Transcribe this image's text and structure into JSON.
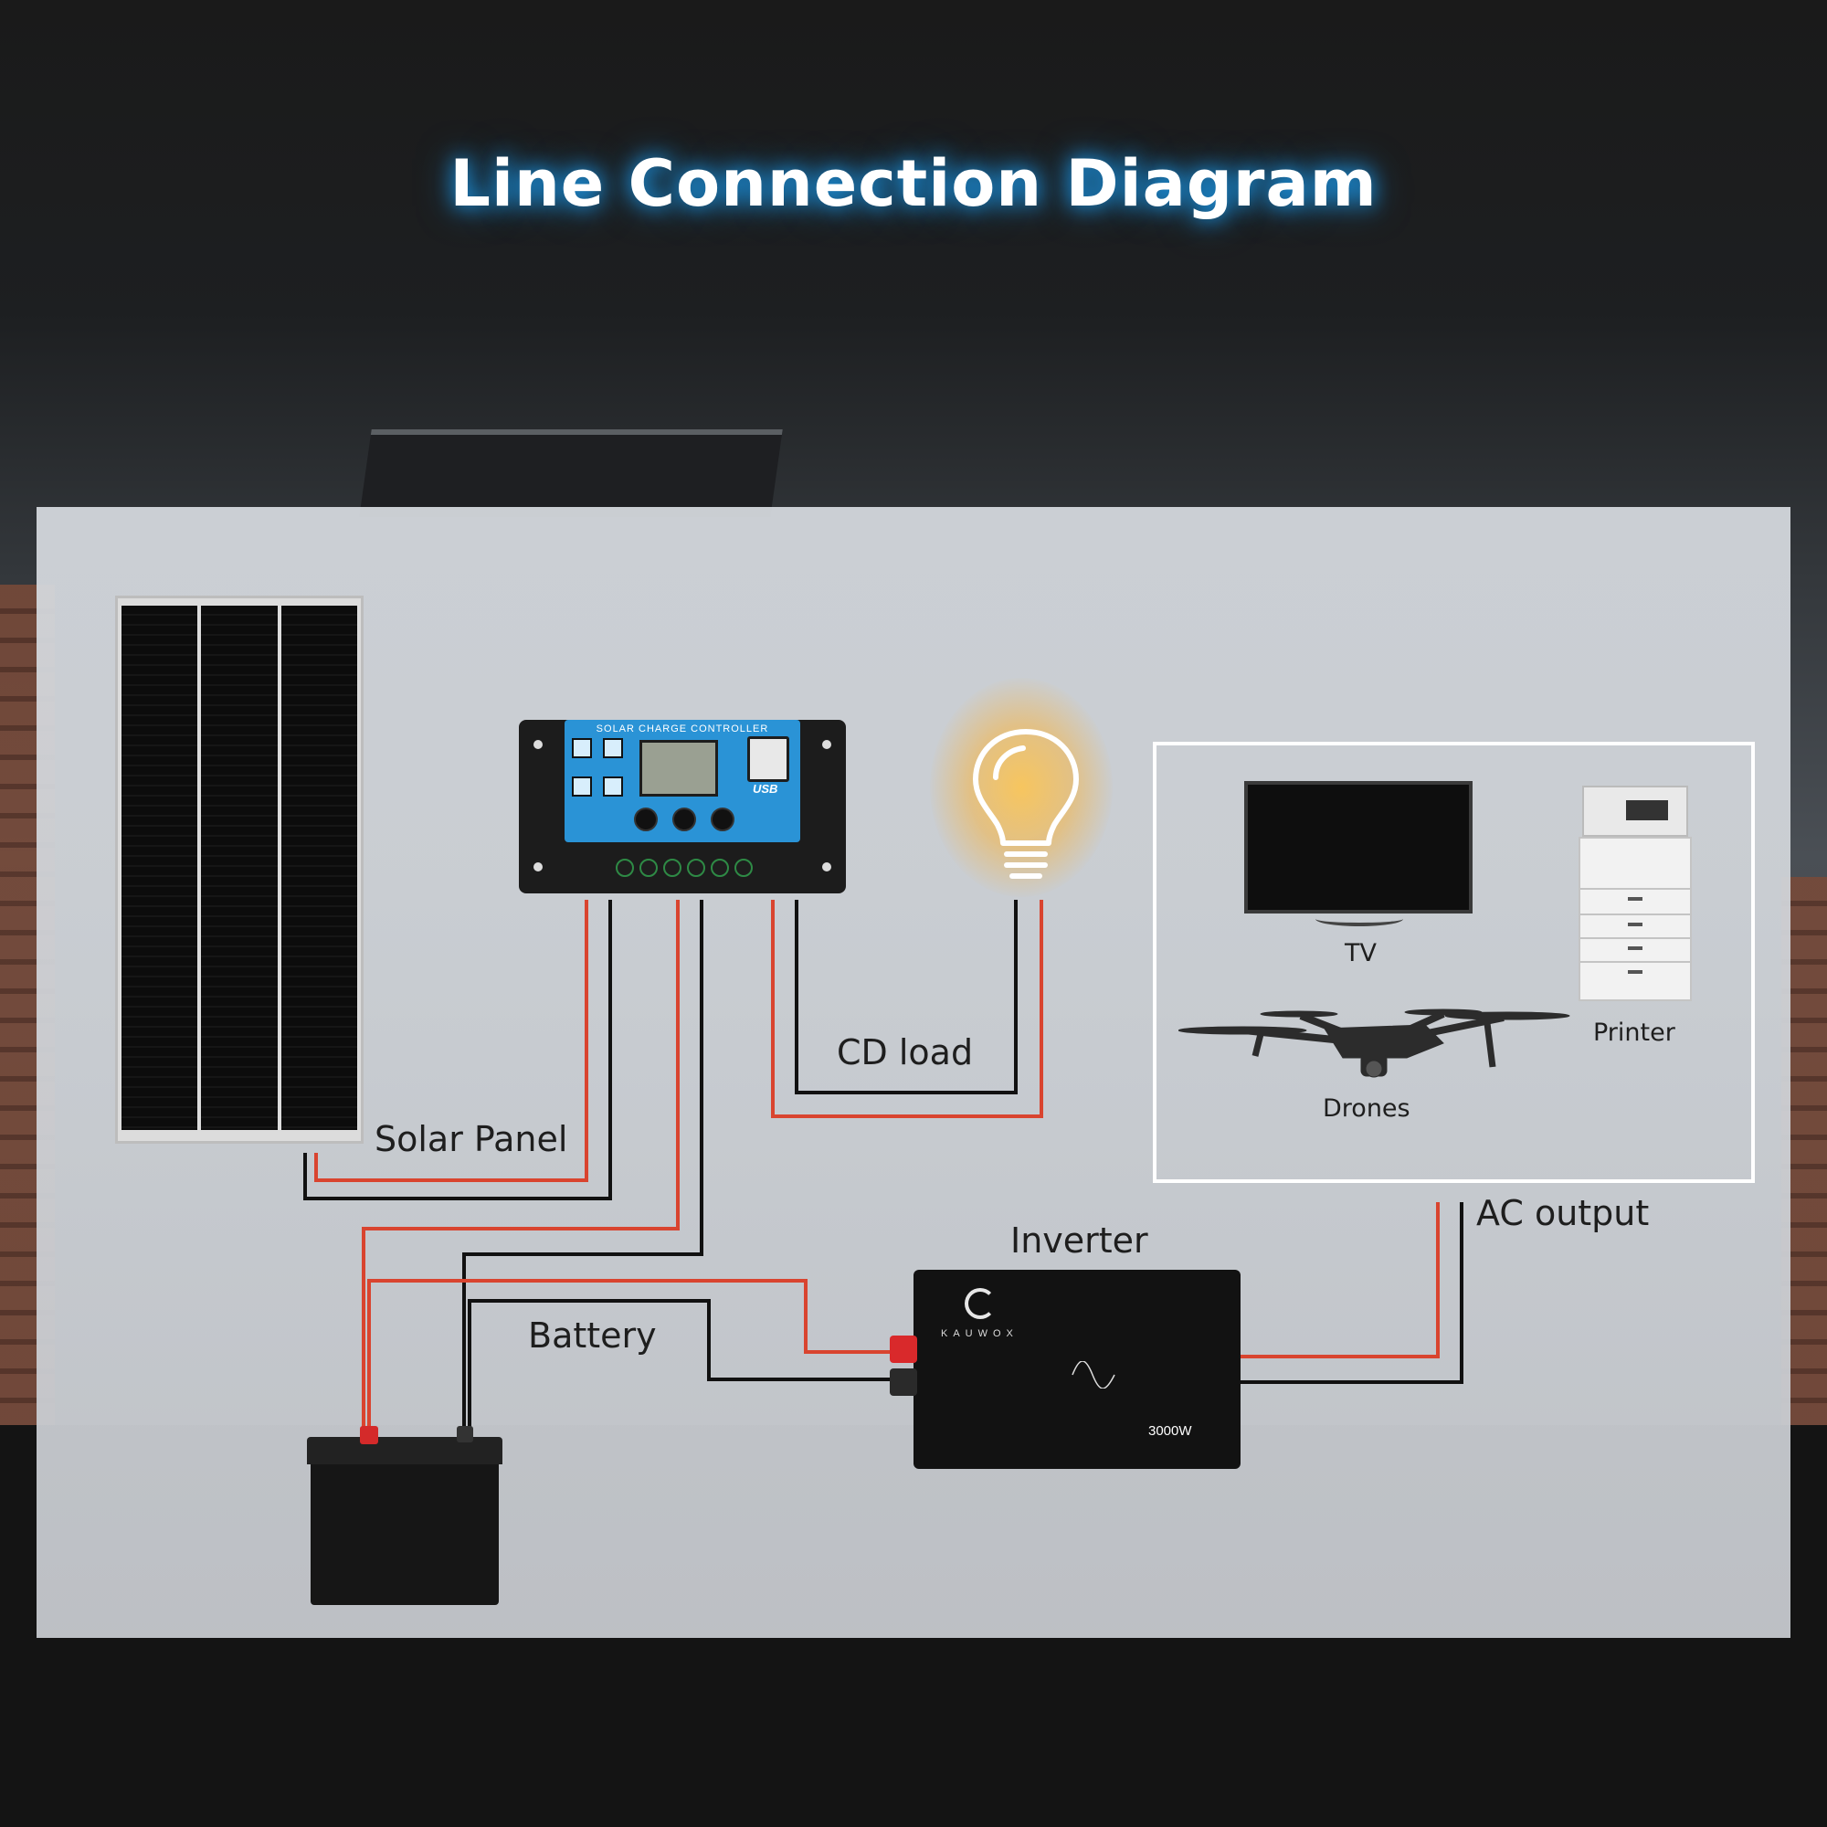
{
  "title": "Line Connection Diagram",
  "components": {
    "solar_panel": "Solar Panel",
    "charge_controller": "SOLAR CHARGE CONTROLLER",
    "controller_usb": "USB",
    "cd_load": "CD load",
    "battery": "Battery",
    "inverter": "Inverter",
    "inverter_brand": "KAUWOX",
    "inverter_rating": "3000W",
    "ac_output": "AC output"
  },
  "devices": {
    "tv": "TV",
    "printer": "Printer",
    "drones": "Drones"
  },
  "wire_colors": {
    "positive": "#d9442f",
    "negative": "#111111"
  },
  "accent": {
    "title_glow": "#1b9cf0",
    "bulb_glow": "#ffb52a",
    "controller_face": "#2a93d6"
  }
}
